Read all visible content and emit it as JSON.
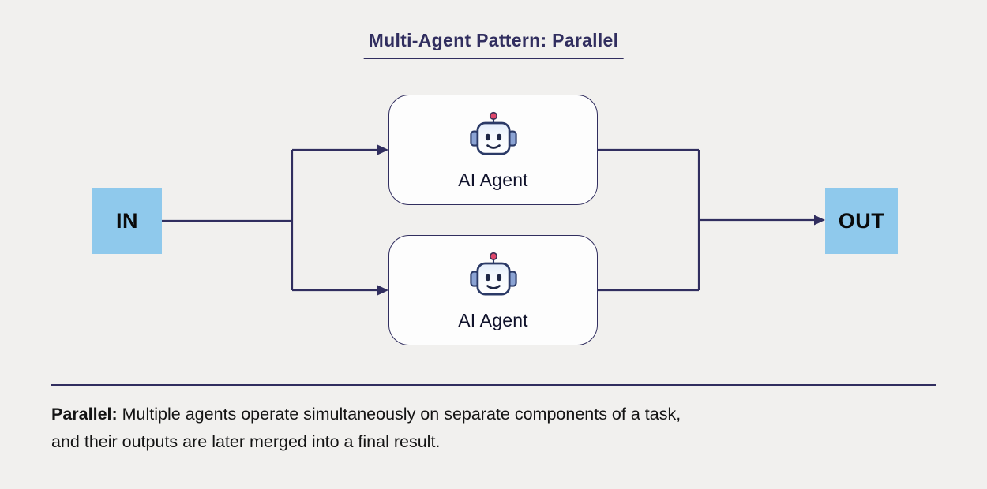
{
  "title": "Multi-Agent Pattern: Parallel",
  "nodes": {
    "in_label": "IN",
    "out_label": "OUT"
  },
  "agents": [
    {
      "label": "AI Agent"
    },
    {
      "label": "AI Agent"
    }
  ],
  "caption": {
    "lead": "Parallel:",
    "line1": " Multiple agents operate simultaneously on separate components of a task,",
    "line2": "and their outputs are later merged into a final result."
  },
  "icons": {
    "robot": "robot-face-icon",
    "arrow": "arrowhead-right"
  },
  "colors": {
    "background": "#f1f0ee",
    "navy": "#312e5f",
    "light_blue": "#8fc9ec",
    "text_dark": "#141414",
    "node_fill": "#fdfdfd"
  }
}
